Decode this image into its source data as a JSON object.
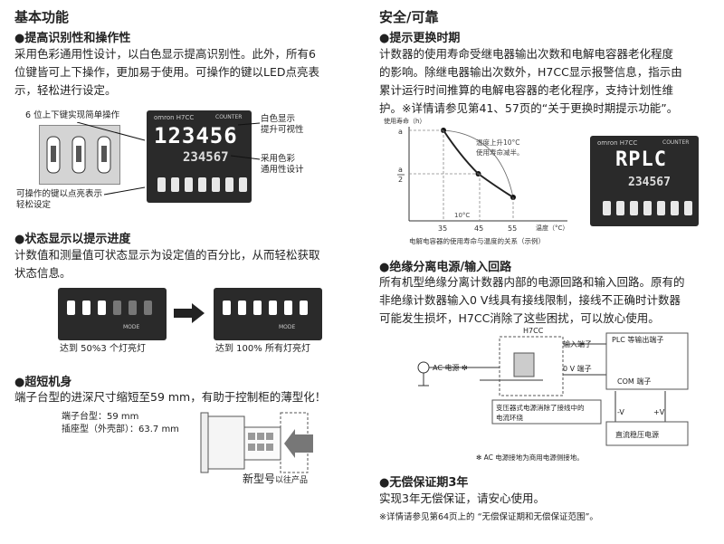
{
  "left": {
    "s1": {
      "title": "基本功能",
      "sub": "●提高识别性和操作性",
      "lines": [
        "采用色彩通用性设计，以白色显示提高识别性。此外，所有6",
        "位键皆可上下操作，更加易于使用。可操作的键以LED点亮表",
        "示，轻松进行设定。"
      ],
      "callout_top": "6 位上下键实现简单操作",
      "callout_bottom": [
        "可操作的键以点亮表示",
        "轻松设定"
      ],
      "callout_r1": [
        "白色显示",
        "提升可视性"
      ],
      "callout_r2": [
        "采用色彩",
        "通用性设计"
      ],
      "display_main": "123456",
      "display_sub": "234567",
      "brand": "omron H7CC",
      "model": "COUNTER"
    },
    "s2": {
      "sub": "●状态显示以提示进度",
      "lines": [
        "计数值和测量值可状态显示为设定值的百分比，从而轻松获取",
        "状态信息。"
      ],
      "cap1": "达到 50%3 个灯亮灯",
      "cap2": "达到 100% 所有灯亮灯",
      "mode": "MODE"
    },
    "s3": {
      "sub": "●超短机身",
      "line": "端子台型的进深尺寸缩短至59 mm，有助于控制柜的薄型化！",
      "dim1": "端子台型：59 mm",
      "dim2": "插座型（外壳部）：63.7 mm",
      "new": "新型号",
      "old": "以往产品"
    }
  },
  "right": {
    "s1": {
      "title": "安全/可靠",
      "sub": "●提示更换时期",
      "lines": [
        "计数器的使用寿命受继电器输出次数和电解电容器老化程度",
        "的影响。除继电器输出次数外，H7CC显示报警信息，指示由",
        "累计运行时间推算的电解电容器的老化程序，支持计划性维",
        "护。※详情请参见第41、57页的“关于更换时期提示功能”。"
      ],
      "chart_ylabel": "使用寿命（h）",
      "chart_xlabel": "温度（°C）",
      "chart_a": "a",
      "chart_a2": "a",
      "chart_half": "2",
      "chart_note": [
        "温度上升10°C",
        "使用寿命减半。"
      ],
      "chart_delta": "10°C",
      "chart_caption": "电解电容器的使用寿命与温度的关系（示例）",
      "ticks": [
        "35",
        "45",
        "55"
      ],
      "display_main": "RPLC",
      "display_sub": "234567",
      "brand": "omron H7CC",
      "model": "COUNTER"
    },
    "s2": {
      "sub": "●绝缘分离电源/输入回路",
      "lines": [
        "所有机型绝缘分离计数器内部的电源回路和输入回路。原有的",
        "非绝缘计数器输入0 V线具有接线限制，接线不正确时计数器",
        "可能发生损坏，H7CC消除了这些困扰，可以放心使用。"
      ],
      "h7cc": "H7CC",
      "in_term": "输入端子",
      "zero_v": "0 V 端子",
      "ac": "AC 电源 ✻",
      "plc": "PLC 等输出端子",
      "com": "COM 端子",
      "minus": "-V",
      "plus": "+V",
      "dc": "直流稳压电源",
      "loop": [
        "变压器式电源消除了接线中的",
        "电流环绕"
      ],
      "footnote": "✻ AC 电源接地为商用电源侧接地。"
    },
    "s3": {
      "sub": "●无偿保证期3年",
      "line": "实现3年无偿保证，请安心使用。",
      "note": "※详情请参见第64页上的 “无偿保证期和无偿保证范围”。"
    }
  },
  "chart_data": {
    "type": "line",
    "x": [
      35,
      45,
      55
    ],
    "xlabel": "温度（°C）",
    "ylabel": "使用寿命（h）"
  }
}
